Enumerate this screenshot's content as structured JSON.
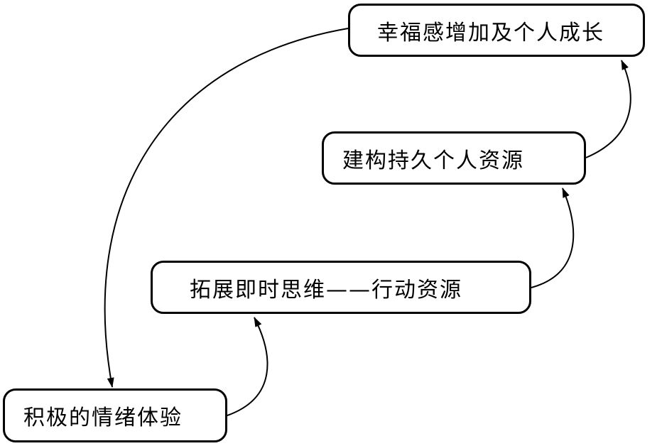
{
  "diagram": {
    "nodes": [
      {
        "id": "node-1",
        "label": "积极的情绪体验"
      },
      {
        "id": "node-2",
        "label": "拓展即时思维——行动资源"
      },
      {
        "id": "node-3",
        "label": "建构持久个人资源"
      },
      {
        "id": "node-4",
        "label": "幸福感增加及个人成长"
      }
    ],
    "edges": [
      {
        "from": "node-1",
        "to": "node-2"
      },
      {
        "from": "node-2",
        "to": "node-3"
      },
      {
        "from": "node-3",
        "to": "node-4"
      },
      {
        "from": "node-4",
        "to": "node-1"
      }
    ],
    "colors": {
      "stroke": "#000000",
      "background": "#ffffff"
    }
  }
}
